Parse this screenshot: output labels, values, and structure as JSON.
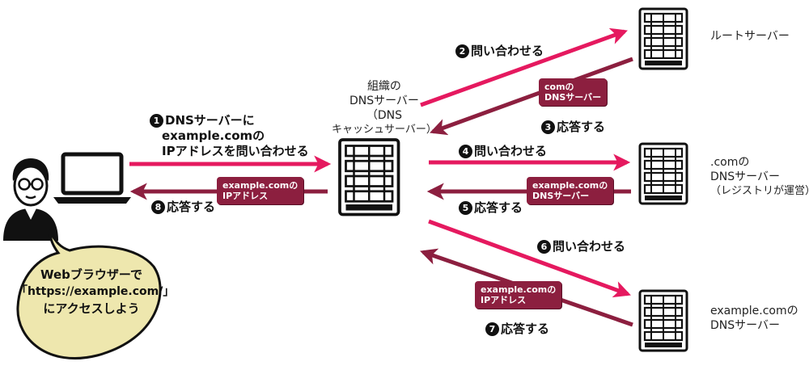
{
  "servers": {
    "org_dns": [
      "組織の",
      "DNSサーバー",
      "（DNS",
      "キャッシュサーバー）"
    ],
    "root": [
      "ルートサーバー"
    ],
    "com_dns": [
      ".comの",
      "DNSサーバー",
      "（レジストリが運営）"
    ],
    "example_dns": [
      "example.comの",
      "DNSサーバー"
    ]
  },
  "steps": {
    "s1": {
      "num": "1",
      "lines": [
        "DNSサーバーに",
        "example.comの",
        "IPアドレスを問い合わせる"
      ]
    },
    "s2": {
      "num": "2",
      "text": "問い合わせる"
    },
    "s3": {
      "num": "3",
      "text": "応答する"
    },
    "s4": {
      "num": "4",
      "text": "問い合わせる"
    },
    "s5": {
      "num": "5",
      "text": "応答する"
    },
    "s6": {
      "num": "6",
      "text": "問い合わせる"
    },
    "s7": {
      "num": "7",
      "text": "応答する"
    },
    "s8": {
      "num": "8",
      "text": "応答する"
    }
  },
  "tags": {
    "com_dns_tag": [
      "comの",
      "DNSサーバー"
    ],
    "example_dns_tag": [
      "example.comの",
      "DNSサーバー"
    ],
    "ip_tag_left": [
      "example.comの",
      "IPアドレス"
    ],
    "ip_tag_bottom": [
      "example.comの",
      "IPアドレス"
    ]
  },
  "bubble": [
    "Webブラウザーで",
    "「https://example.com/」",
    "にアクセスしよう"
  ],
  "colors": {
    "request": "#e5195f",
    "response": "#8c1f3f",
    "bubble_fill": "#eee7ae",
    "ink": "#111111"
  }
}
